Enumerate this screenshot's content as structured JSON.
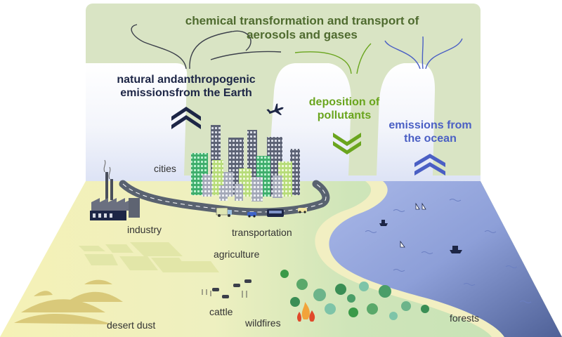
{
  "diagram": {
    "title_line1": "chemical transformation and transport of",
    "title_line2": "aerosols and gases",
    "natural_line1": "natural andanthropogenic",
    "natural_line2": "emissionsfrom the Earth",
    "deposition_line1": "deposition of",
    "deposition_line2": "pollutants",
    "ocean_line1": "emissions from",
    "ocean_line2": "the ocean",
    "labels": {
      "cities": "cities",
      "industry": "industry",
      "transportation": "transportation",
      "agriculture": "agriculture",
      "cattle": "cattle",
      "desert_dust": "desert dust",
      "wildfires": "wildfires",
      "forests": "forests"
    }
  },
  "colors": {
    "sky_green": "#d9e4c4",
    "sky_white": "#ffffff",
    "sky_blue_haze": "#dde3f5",
    "land_yellow": "#f5f1b6",
    "land_green": "#cfe5b9",
    "ocean_light": "#a3b3e6",
    "ocean_dark": "#4f6197",
    "arrow_dark": "#1d2646",
    "arrow_green": "#6aa51e",
    "arrow_blue": "#4a5fc4",
    "road": "#596270"
  }
}
